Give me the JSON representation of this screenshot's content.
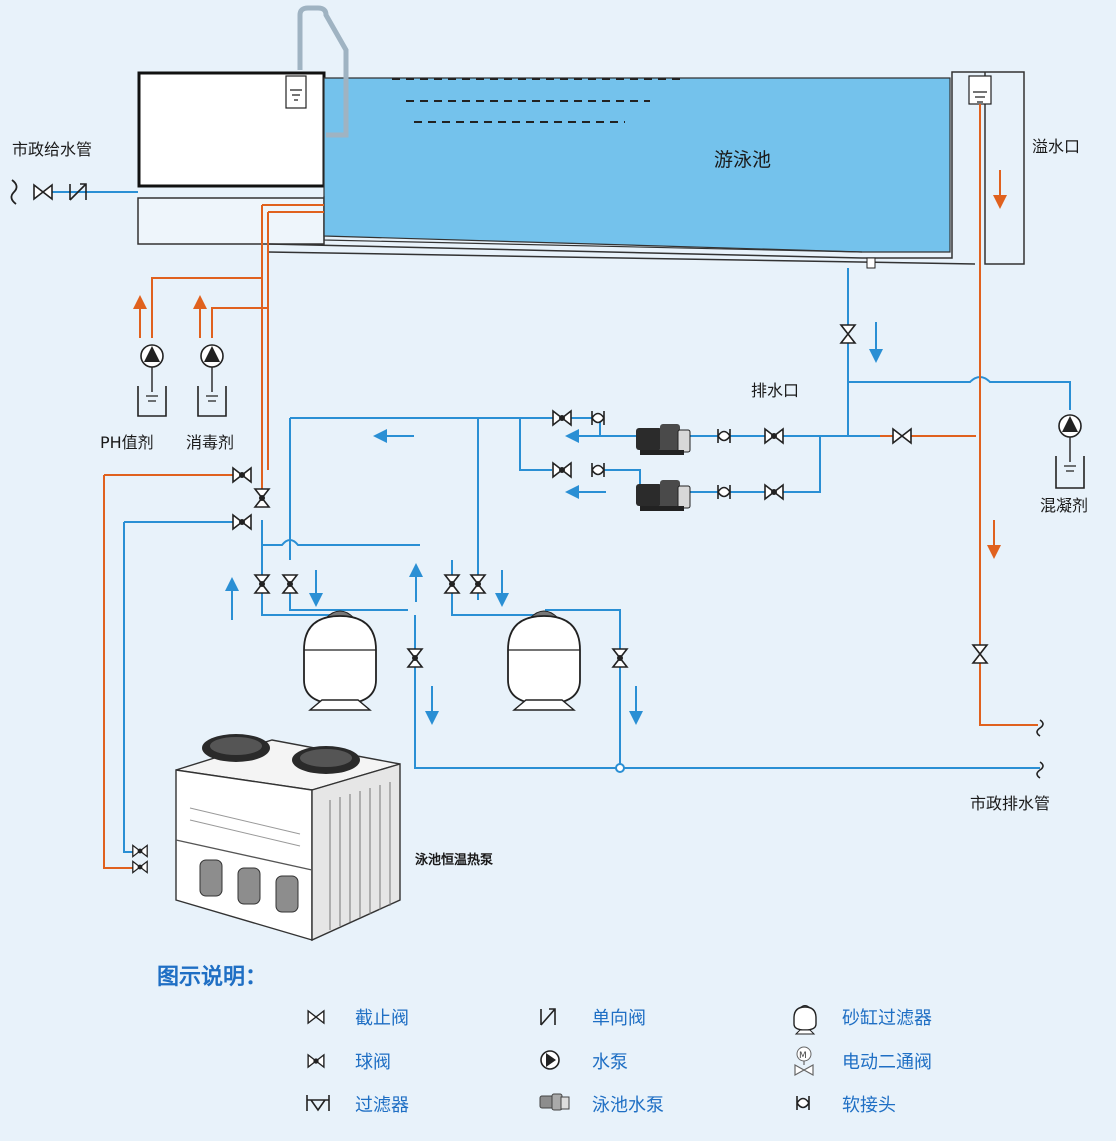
{
  "labels": {
    "pool": "游泳池",
    "municipal_supply": "市政给水管",
    "overflow": "溢水口",
    "drain_port": "排水口",
    "ph_agent": "PH值剂",
    "disinfectant": "消毒剂",
    "coagulant": "混凝剂",
    "municipal_drain": "市政排水管",
    "heat_pump": "泳池恒温热泵"
  },
  "legend": {
    "title": "图示说明：",
    "items": [
      {
        "icon": "globe-valve-icon",
        "label": "截止阀"
      },
      {
        "icon": "check-valve-icon",
        "label": "单向阀"
      },
      {
        "icon": "sand-filter-icon",
        "label": "砂缸过滤器"
      },
      {
        "icon": "ball-valve-icon",
        "label": "球阀"
      },
      {
        "icon": "water-pump-icon",
        "label": "水泵"
      },
      {
        "icon": "motorized-valve-icon",
        "label": "电动二通阀"
      },
      {
        "icon": "strainer-icon",
        "label": "过滤器"
      },
      {
        "icon": "pool-pump-icon",
        "label": "泳池水泵"
      },
      {
        "icon": "flexible-joint-icon",
        "label": "软接头"
      }
    ]
  },
  "colors": {
    "background": "#e8f2fa",
    "water": "#74c2ec",
    "blue_pipe": "#2a8fd4",
    "orange_pipe": "#e0611e",
    "legend_text": "#1f6fc4"
  }
}
